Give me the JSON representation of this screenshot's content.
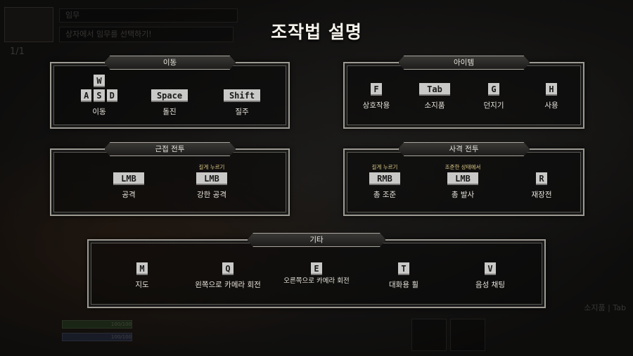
{
  "title": "조작법 설명",
  "hud": {
    "quest_title": "임무",
    "quest_desc": "상자에서 임무를 선택하기!",
    "count": "1/1",
    "hp": "100/100",
    "stamina": "100/100",
    "inventory_label": "소지품",
    "inventory_key": "Tab"
  },
  "sections": {
    "movement": {
      "header": "이동",
      "actions": [
        {
          "keys": [
            "W",
            "A",
            "S",
            "D"
          ],
          "label": "이동"
        },
        {
          "keys": [
            "Space"
          ],
          "label": "돌진"
        },
        {
          "keys": [
            "Shift"
          ],
          "label": "질주"
        }
      ]
    },
    "items": {
      "header": "아이템",
      "actions": [
        {
          "keys": [
            "F"
          ],
          "label": "상호작용"
        },
        {
          "keys": [
            "Tab"
          ],
          "label": "소지품"
        },
        {
          "keys": [
            "G"
          ],
          "label": "던지기"
        },
        {
          "keys": [
            "H"
          ],
          "label": "사용"
        }
      ]
    },
    "melee": {
      "header": "근접 전투",
      "actions": [
        {
          "hint": "",
          "keys": [
            "LMB"
          ],
          "label": "공격"
        },
        {
          "hint": "길게 누르기",
          "keys": [
            "LMB"
          ],
          "label": "강한 공격"
        }
      ]
    },
    "ranged": {
      "header": "사격 전투",
      "actions": [
        {
          "hint": "길게 누르기",
          "keys": [
            "RMB"
          ],
          "label": "총 조준"
        },
        {
          "hint": "조준한 상태에서",
          "keys": [
            "LMB"
          ],
          "label": "총 발사"
        },
        {
          "hint": "",
          "keys": [
            "R"
          ],
          "label": "재장전"
        }
      ]
    },
    "misc": {
      "header": "기타",
      "actions": [
        {
          "keys": [
            "M"
          ],
          "label": "지도"
        },
        {
          "keys": [
            "Q"
          ],
          "label": "왼쪽으로 카메라 회전"
        },
        {
          "keys": [
            "E"
          ],
          "label": "오른쪽으로 카메라 회전"
        },
        {
          "keys": [
            "T"
          ],
          "label": "대화용 휠"
        },
        {
          "keys": [
            "V"
          ],
          "label": "음성 채팅"
        }
      ]
    }
  }
}
